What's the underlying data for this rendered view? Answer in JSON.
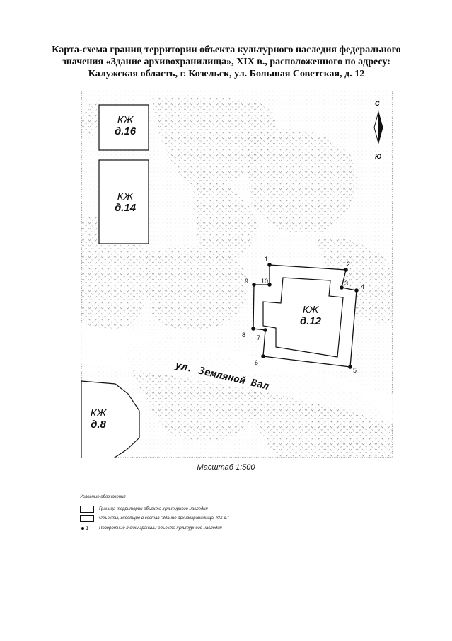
{
  "title": {
    "line1": "Карта-схема границ территории объекта культурного наследия  федерального",
    "line2": "значения «Здание архивохранилища», XIX в., расположенного по адресу:",
    "line3": "Калужская область, г. Козельск, ул. Большая Советская, д. 12"
  },
  "buildings": {
    "b16": {
      "type": "КЖ",
      "number": "д.16"
    },
    "b14": {
      "type": "КЖ",
      "number": "д.14"
    },
    "b12": {
      "type": "КЖ",
      "number": "д.12"
    },
    "b8": {
      "type": "КЖ",
      "number": "д.8"
    }
  },
  "street": "ул. Земляной Вал",
  "compass": {
    "north": "С",
    "south": "Ю"
  },
  "points": [
    "1",
    "2",
    "3",
    "4",
    "5",
    "6",
    "7",
    "8",
    "9",
    "10"
  ],
  "scale": "Масштаб 1:500",
  "legend": {
    "title": "Условные обозначения",
    "boundary": "Граница территории объекта культурного наследия",
    "objects": "Объекты, входящие в состав \"Здание архивохранилища, XIX в.\"",
    "points_marker": "1",
    "points": "Поворотные точки границы объекта культурного наследия"
  },
  "colors": {
    "ink": "#111111",
    "texture": "#9a9a9a",
    "background": "#ffffff"
  }
}
